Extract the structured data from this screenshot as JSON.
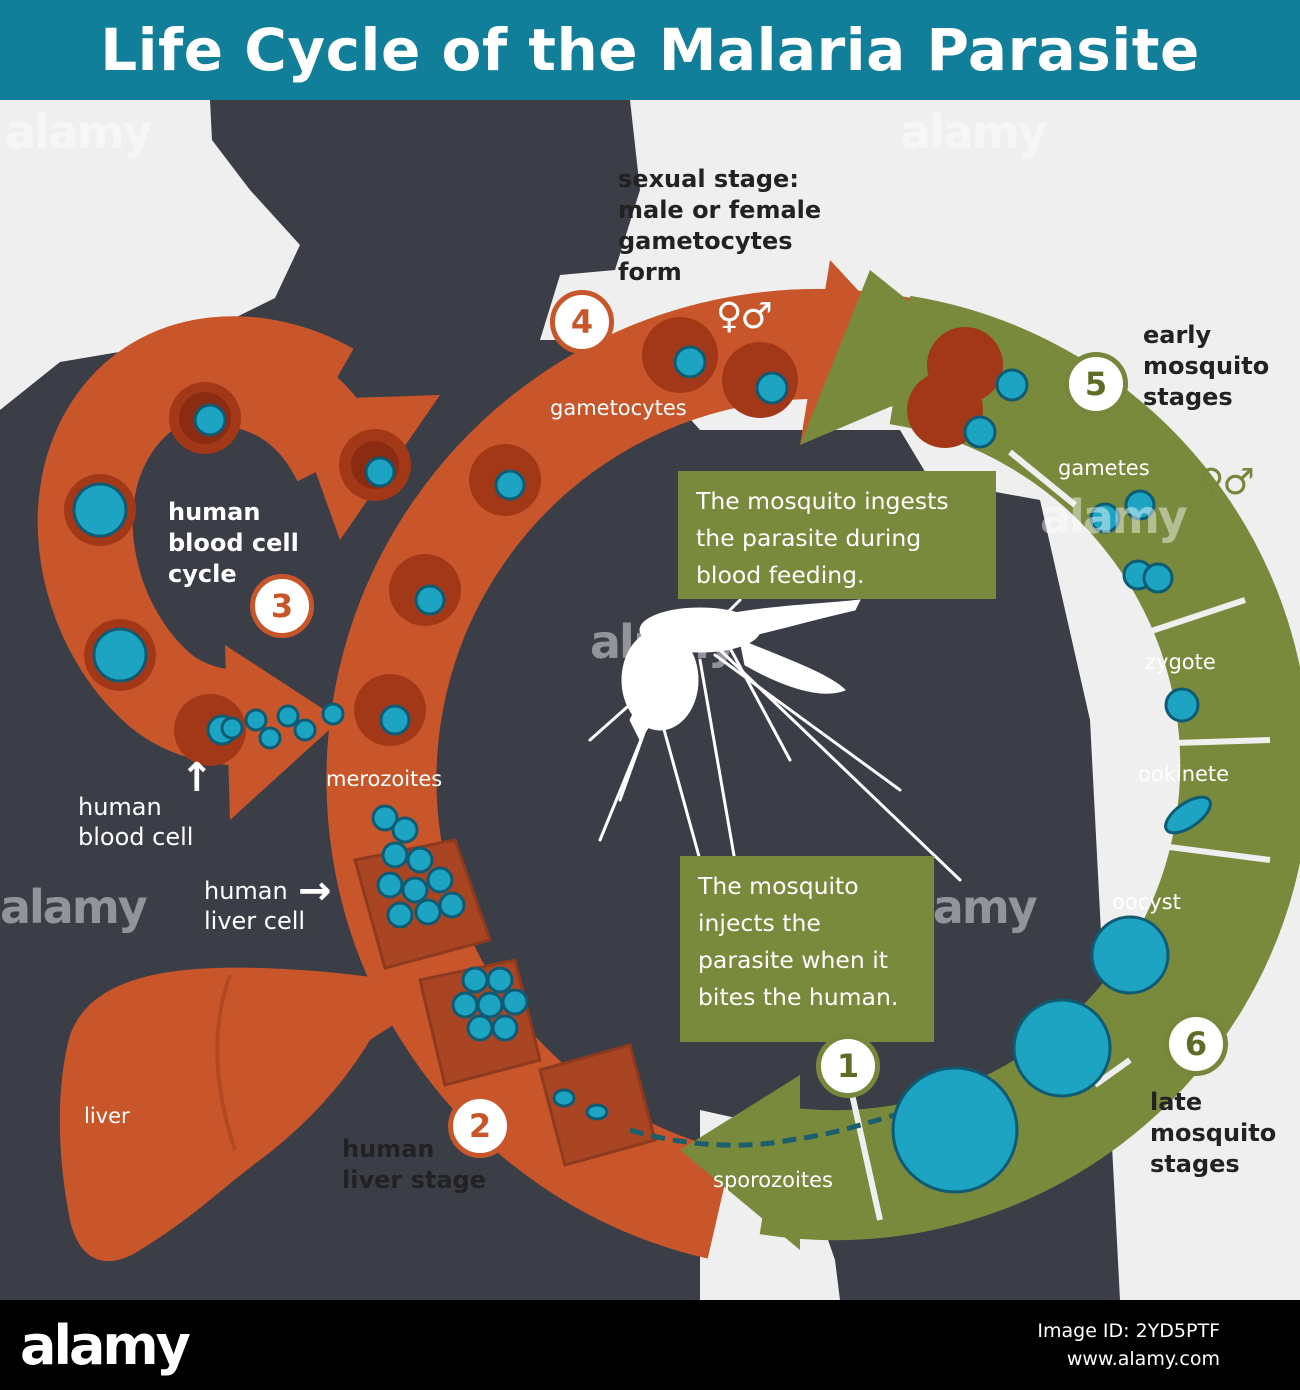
{
  "title": "Life Cycle of the Malaria Parasite",
  "colors": {
    "title_bar": "#117f99",
    "human_orange": "#c9562a",
    "mosquito_green": "#7a8a3c",
    "silhouette": "#3b3d47",
    "cell_blue": "#1ea4c3"
  },
  "steps": [
    {
      "number": "1",
      "label": ""
    },
    {
      "number": "2",
      "label": "human\nliver stage"
    },
    {
      "number": "3",
      "label": "human\nblood cell\ncycle"
    },
    {
      "number": "4",
      "label": "sexual stage:\nmale or female\ngametocytes\nform"
    },
    {
      "number": "5",
      "label": "early\nmosquito\nstages"
    },
    {
      "number": "6",
      "label": "late\nmosquito\nstages"
    }
  ],
  "labels": {
    "gametocytes": "gametocytes",
    "merozoites": "merozoites",
    "sporozoites": "sporozoites",
    "gametes": "gametes",
    "zygote": "zygote",
    "ookinete": "ookinete",
    "oocyst": "oocyst",
    "liver": "liver",
    "human_blood_cell": "human\nblood cell",
    "human_liver_cell": "human\nliver cell",
    "sex_symbols": "♀♂"
  },
  "boxes": {
    "ingests": "The mosquito ingests\nthe parasite during\nblood feeding.",
    "injects": "The mosquito\ninjects the\nparasite when it\nbites the human."
  },
  "watermark": "alamy",
  "footer": {
    "logo": "alamy",
    "image_id": "Image ID: 2YD5PTF",
    "site": "www.alamy.com"
  }
}
